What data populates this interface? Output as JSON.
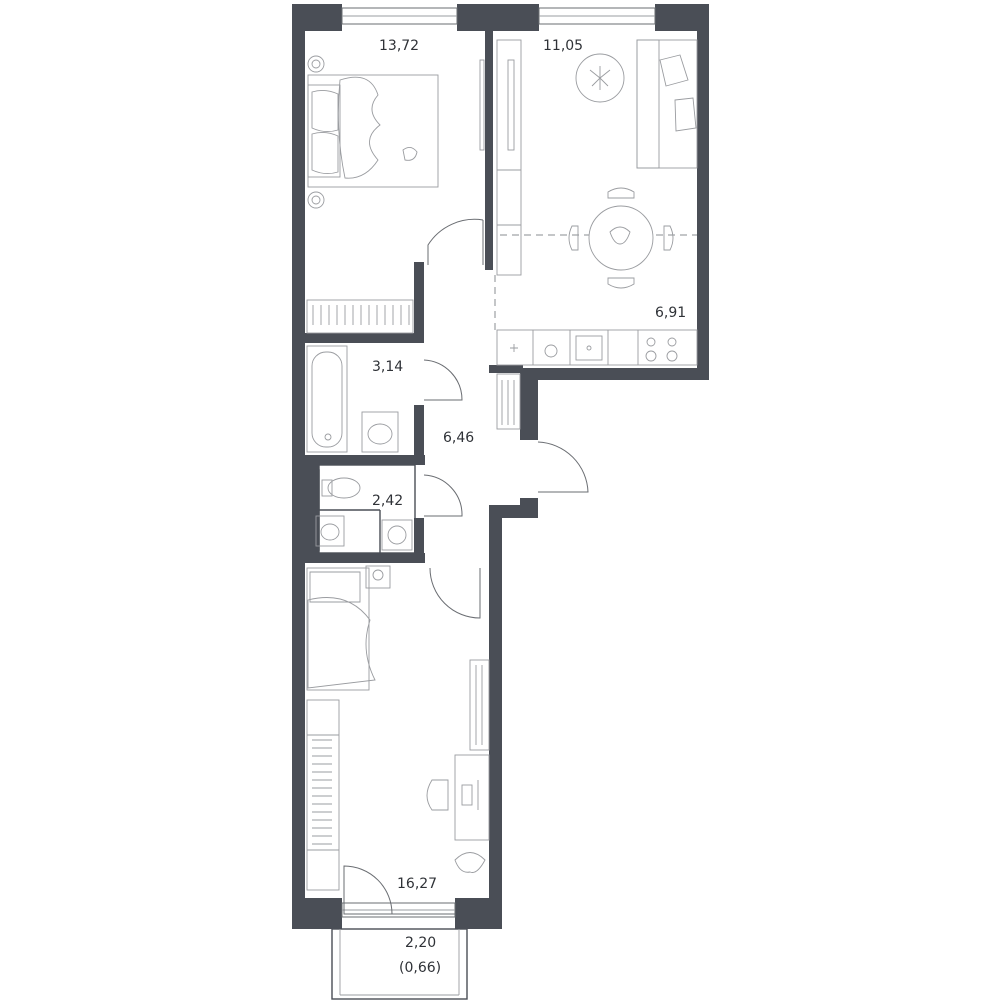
{
  "rooms": [
    {
      "id": "bedroom",
      "area": "13,72"
    },
    {
      "id": "living-room",
      "area": "11,05"
    },
    {
      "id": "kitchen",
      "area": "6,91"
    },
    {
      "id": "bathroom",
      "area": "3,14"
    },
    {
      "id": "hallway",
      "area": "6,46"
    },
    {
      "id": "toilet",
      "area": "2,42"
    },
    {
      "id": "second-bedroom",
      "area": "16,27"
    },
    {
      "id": "balcony",
      "area": "2,20",
      "reduced_area": "(0,66)"
    }
  ],
  "colors": {
    "wall": "#4a4e56",
    "furniture": "#9a9ca0",
    "text": "#2f3237",
    "background": "#ffffff"
  }
}
